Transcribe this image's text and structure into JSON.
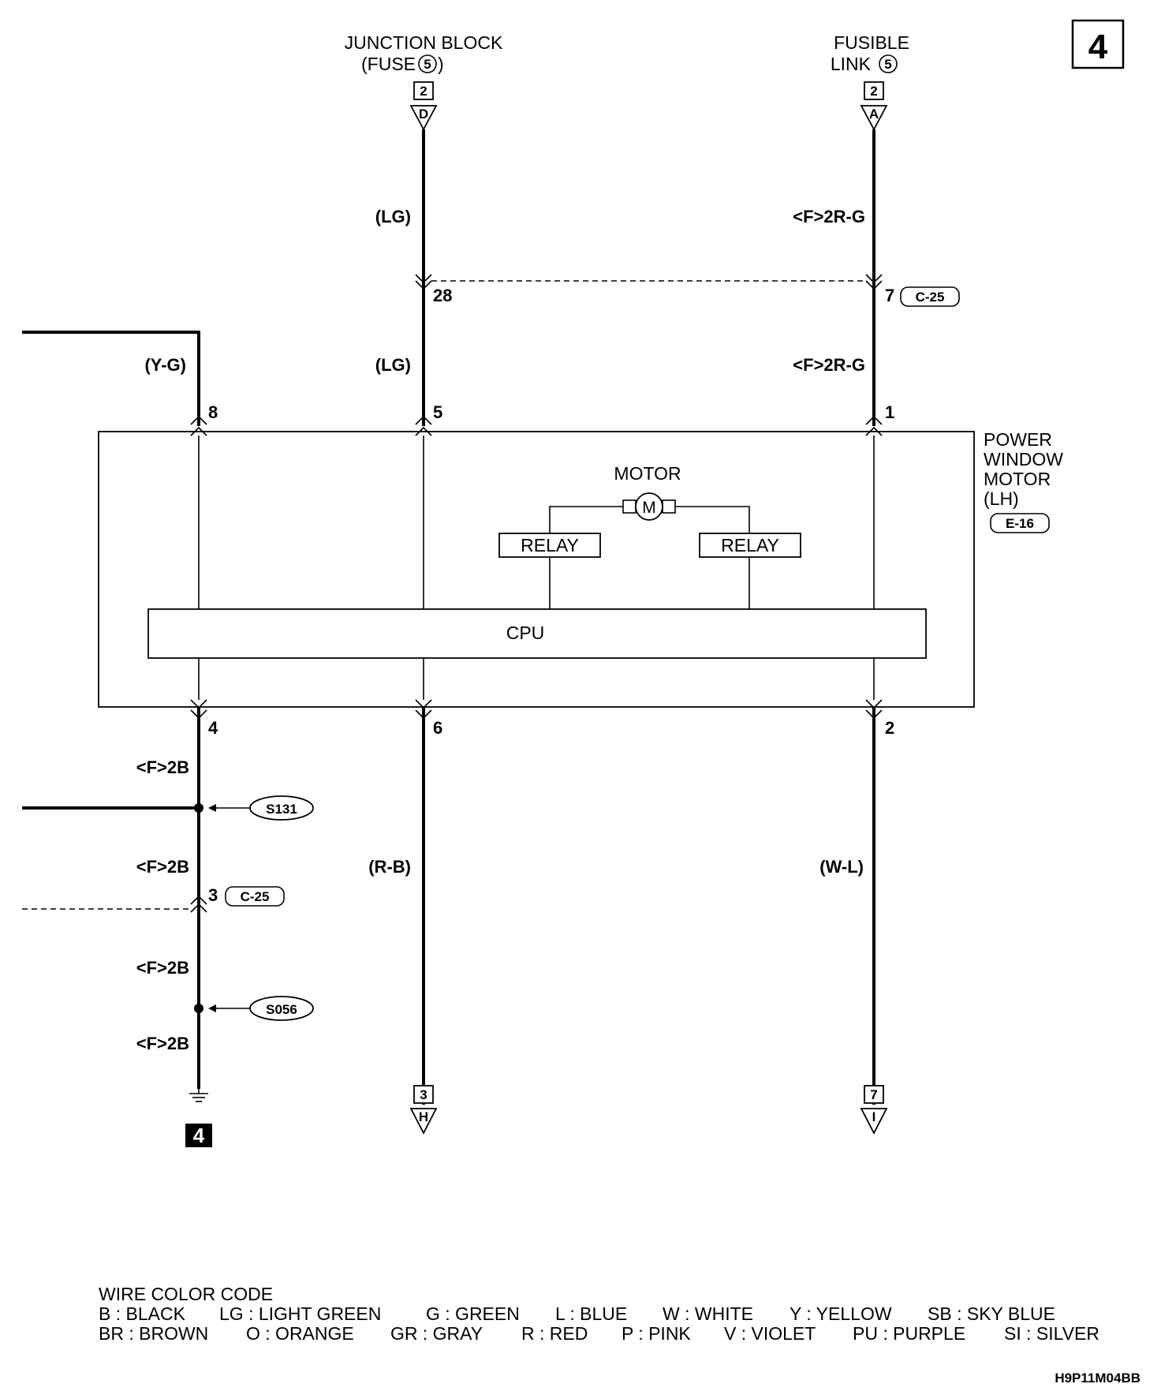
{
  "page_badge": "4",
  "header": {
    "junction_block_line1": "JUNCTION BLOCK",
    "junction_block_line2": "(FUSE",
    "junction_block_fuse_no": "5",
    "fusible_line1": "FUSIBLE",
    "fusible_line2": "LINK",
    "fusible_link_no": "5"
  },
  "terminals_top": {
    "left_num": "2",
    "left_letter": "D",
    "right_num": "2",
    "right_letter": "A"
  },
  "terminals_bottom": {
    "mid_num": "3",
    "mid_letter": "H",
    "right_num": "7",
    "right_letter": "I"
  },
  "wire_labels": {
    "lg_upper": "(LG)",
    "lg_lower": "(LG)",
    "rg_upper": "<F>2R-G",
    "rg_lower": "<F>2R-G",
    "yg": "(Y-G)",
    "b_1": "<F>2B",
    "b_2": "<F>2B",
    "b_3": "<F>2B",
    "b_4": "<F>2B",
    "rb": "(R-B)",
    "wl": "(W-L)"
  },
  "pins": {
    "p28": "28",
    "p7": "7",
    "p8": "8",
    "p5": "5",
    "p1": "1",
    "p4": "4",
    "p6": "6",
    "p2": "2",
    "p3": "3"
  },
  "connectors": {
    "c25_top": "C-25",
    "c25_bottom": "C-25",
    "e16": "E-16"
  },
  "splices": {
    "s131": "S131",
    "s056": "S056"
  },
  "component": {
    "name_line1": "POWER",
    "name_line2": "WINDOW",
    "name_line3": "MOTOR",
    "name_line4": "(LH)",
    "motor_label": "MOTOR",
    "motor_symbol": "M",
    "relay_left": "RELAY",
    "relay_right": "RELAY",
    "cpu": "CPU"
  },
  "ground_badge": "4",
  "legend": {
    "title": "WIRE COLOR CODE",
    "row1": [
      "B : BLACK",
      "LG : LIGHT GREEN",
      "G : GREEN",
      "L : BLUE",
      "W : WHITE",
      "Y : YELLOW",
      "SB : SKY BLUE"
    ],
    "row2": [
      "BR : BROWN",
      "O : ORANGE",
      "GR : GRAY",
      "R : RED",
      "P : PINK",
      "V : VIOLET",
      "PU : PURPLE",
      "SI : SILVER"
    ]
  },
  "figure_code": "H9P11M04BB"
}
